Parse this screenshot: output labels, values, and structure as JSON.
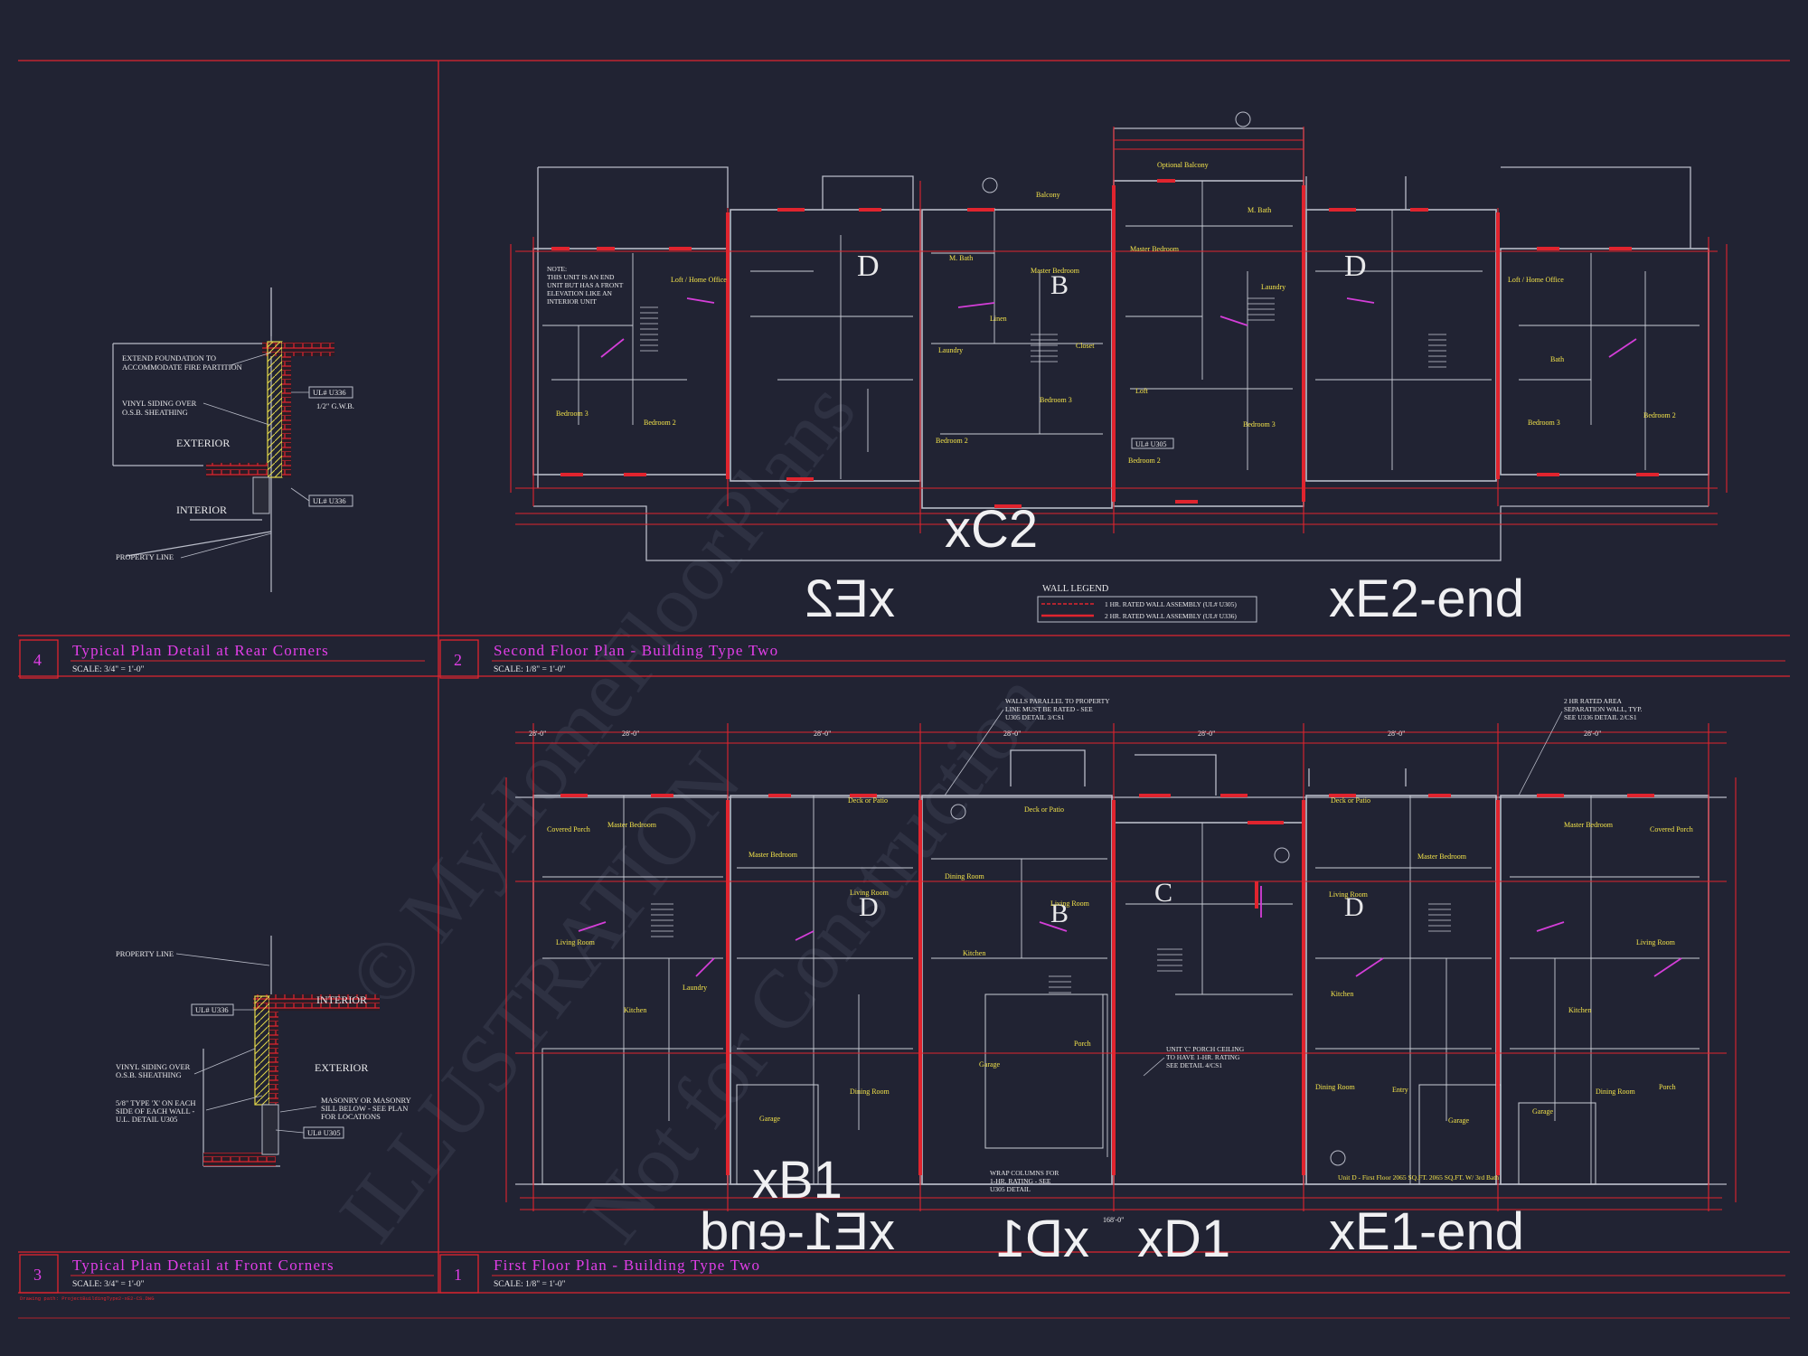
{
  "colors": {
    "background": "#212333",
    "border_red": "#e0242e",
    "title_magenta": "#e23ee8",
    "note_white": "#e8e8ea",
    "room_yellow": "#f2e24a",
    "line_gray": "#b9bcc8",
    "watermark": "#3a3d50"
  },
  "watermark": {
    "line1": "© MyHomeFloorPlans",
    "line2": "ILLUSTRATION",
    "line3": "Not for Construction"
  },
  "views": {
    "view4": {
      "number": "4",
      "title": "Typical Plan Detail at Rear Corners",
      "scale": "SCALE: 3/4\" = 1'-0\""
    },
    "view2": {
      "number": "2",
      "title": "Second Floor Plan - Building Type Two",
      "scale": "SCALE: 1/8\" = 1'-0\""
    },
    "view3": {
      "number": "3",
      "title": "Typical Plan Detail at Front Corners",
      "scale": "SCALE: 3/4\" = 1'-0\""
    },
    "view1": {
      "number": "1",
      "title": "First Floor Plan - Building Type Two",
      "scale": "SCALE: 1/8\" = 1'-0\""
    }
  },
  "detail_rear": {
    "extend_note": "EXTEND FOUNDATION TO ACCOMMODATE FIRE PARTITION",
    "vinyl_note": "VINYL SIDING OVER O.S.B. SHEATHING",
    "gwb_note": "1/2\" G.W.B.",
    "exterior": "EXTERIOR",
    "interior": "INTERIOR",
    "ul_top": "UL# U336",
    "ul_bottom": "UL# U336",
    "property_line": "PROPERTY LINE"
  },
  "detail_front": {
    "property_line": "PROPERTY LINE",
    "interior": "INTERIOR",
    "exterior": "EXTERIOR",
    "ul_top": "UL# U336",
    "vinyl_note": "VINYL SIDING OVER O.S.B. SHEATHING",
    "type_x_note": "5/8\" TYPE 'X' ON EACH SIDE OF EACH WALL - U.L. DETAIL U305",
    "masonry_note": "MASONRY OR MASONRY SILL BELOW - SEE PLAN FOR LOCATIONS",
    "ul_bottom": "UL# U305"
  },
  "second_floor": {
    "unit_labels": [
      "D",
      "D"
    ],
    "unit_b_label": "B",
    "note": "NOTE: THIS UNIT IS AN END UNIT BUT HAS A FRONT ELEVATION LIKE AN INTERIOR UNIT",
    "balcony": "Balcony",
    "optional_balcony": "Optional Balcony",
    "rooms": [
      "Loft / Home Office",
      "Bedroom 3",
      "Bedroom 2",
      "M. Bath",
      "Master Bedroom",
      "Bedroom 3",
      "Bedroom 2",
      "Linen",
      "Laundry",
      "Closet",
      "Master Bedroom",
      "Loft",
      "Bedroom 3",
      "Bedroom 2",
      "M. Bath",
      "Laundry",
      "Loft / Home Office",
      "Bedroom 3",
      "Bedroom 2",
      "Bath"
    ],
    "ul_tag": "UL# U305",
    "wall_legend": {
      "title": "WALL LEGEND",
      "item1": "1 HR. RATED WALL ASSEMBLY (UL# U305)",
      "item2": "2 HR. RATED WALL ASSEMBLY (UL# U336)"
    }
  },
  "first_floor": {
    "unit_labels": [
      "D",
      "B",
      "C",
      "D"
    ],
    "wall_note": "WALLS PARALLEL TO PROPERTY LINE MUST BE RATED - SEE U305 DETAIL 3/CS1",
    "area_note": "2 HR RATED AREA SEPARATION WALL, TYP. SEE U336 DETAIL 2/CS1",
    "porch_note": "UNIT 'C' PORCH CEILING TO HAVE 1-HR. RATING SEE DETAIL 4/CS1",
    "columns_note": "WRAP COLUMNS FOR 1-HR. RATING - SEE U305 DETAIL",
    "dims": [
      "28'-0\"",
      "28'-0\"",
      "28'-0\"",
      "28'-0\"",
      "28'-0\"",
      "28'-0\"",
      "28'-0\""
    ],
    "overall_dim": "168'-0\"",
    "rooms": [
      "Covered Porch",
      "Master Bedroom",
      "Master Bedroom",
      "Deck or Patio",
      "Deck or Patio",
      "Living Room",
      "Dining Room",
      "Living Room",
      "Kitchen",
      "Garage",
      "Porch",
      "Dining Room",
      "Garage",
      "Living Room",
      "Kitchen",
      "Laundry",
      "Deck or Patio",
      "Master Bedroom",
      "Living Room",
      "Kitchen",
      "Dining Room",
      "Garage",
      "Master Bedroom",
      "Covered Porch",
      "Living Room",
      "Kitchen",
      "Dining Room",
      "Garage",
      "Porch",
      "Entry"
    ],
    "area_tag": "Unit D - First Floor 2065 SQ.FT. 2065 SQ.FT. W/ 3rd Bath"
  },
  "overlay_labels": {
    "xE2_mirror": "xE2",
    "xC2": "xC2",
    "xE2_end": "xE2-end",
    "xB1": "xB1",
    "xE1_end_mirror": "xE1-end",
    "xD1_mirror": "xD1",
    "xD1": "xD1",
    "xE1_end": "xE1-end"
  },
  "file_path": "Drawing path: ProjectBuildingType2-xE2-CS.DWG"
}
